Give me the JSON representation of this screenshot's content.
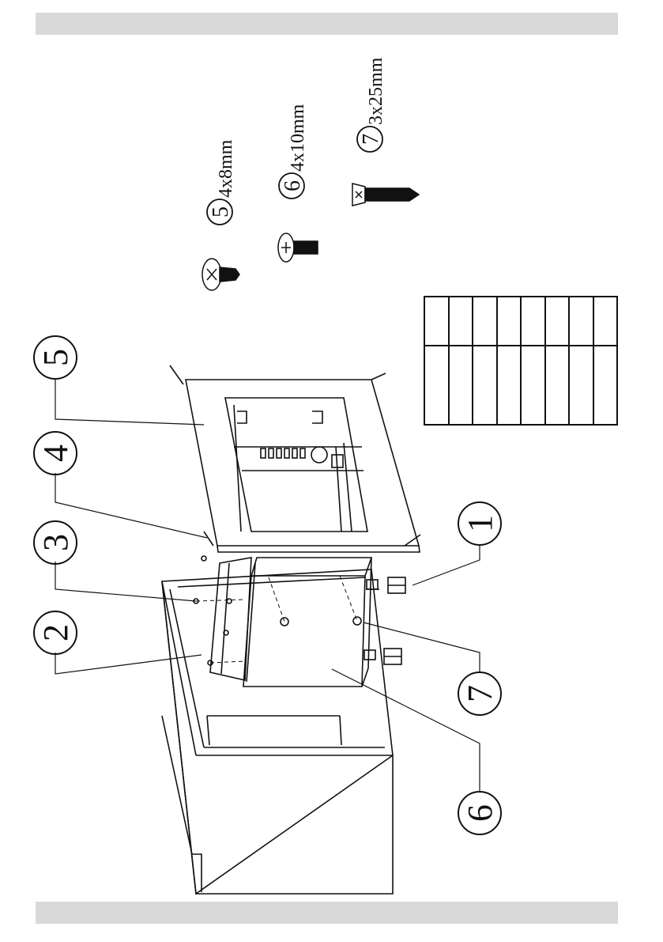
{
  "callouts": {
    "c1": "1",
    "c2": "2",
    "c3": "3",
    "c4": "4",
    "c5": "5",
    "c6": "6",
    "c7": "7"
  },
  "screws": {
    "s5": {
      "num": "5",
      "spec": "4x8mm"
    },
    "s6": {
      "num": "6",
      "spec": "4x10mm"
    },
    "s7": {
      "num": "7",
      "spec": "3x25mm"
    }
  },
  "colors": {
    "band": "#d9d9d9",
    "ink": "#111111"
  }
}
